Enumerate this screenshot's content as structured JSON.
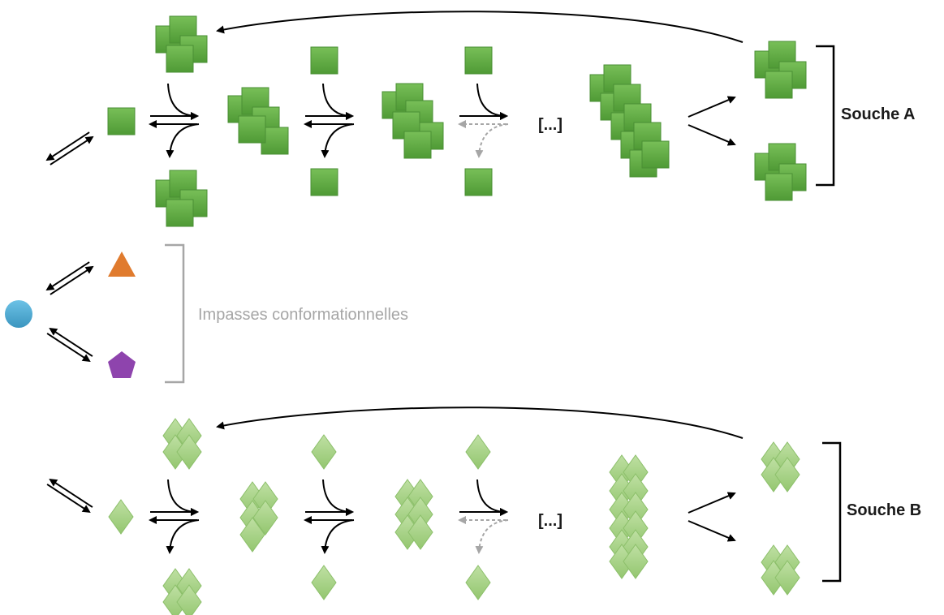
{
  "labels": {
    "strain_a": "Souche A",
    "strain_b": "Souche B",
    "dead_ends": "Impasses conformationnelles",
    "ellipsis": "[...]"
  },
  "colors": {
    "square_fill": "#6ab04c",
    "square_stroke": "#4a8f34",
    "diamond_fill": "#a8d387",
    "diamond_stroke": "#8cbf6a",
    "circle": "#4ba8d1",
    "triangle": "#e07b2e",
    "pentagon": "#8e44ad",
    "arrow": "#000000",
    "gray_arrow": "#a6a6a6",
    "bracket_gray": "#a6a6a6"
  },
  "icons": [
    "circle-monomer",
    "triangle-monomer",
    "pentagon-monomer",
    "square-monomer",
    "diamond-monomer"
  ]
}
